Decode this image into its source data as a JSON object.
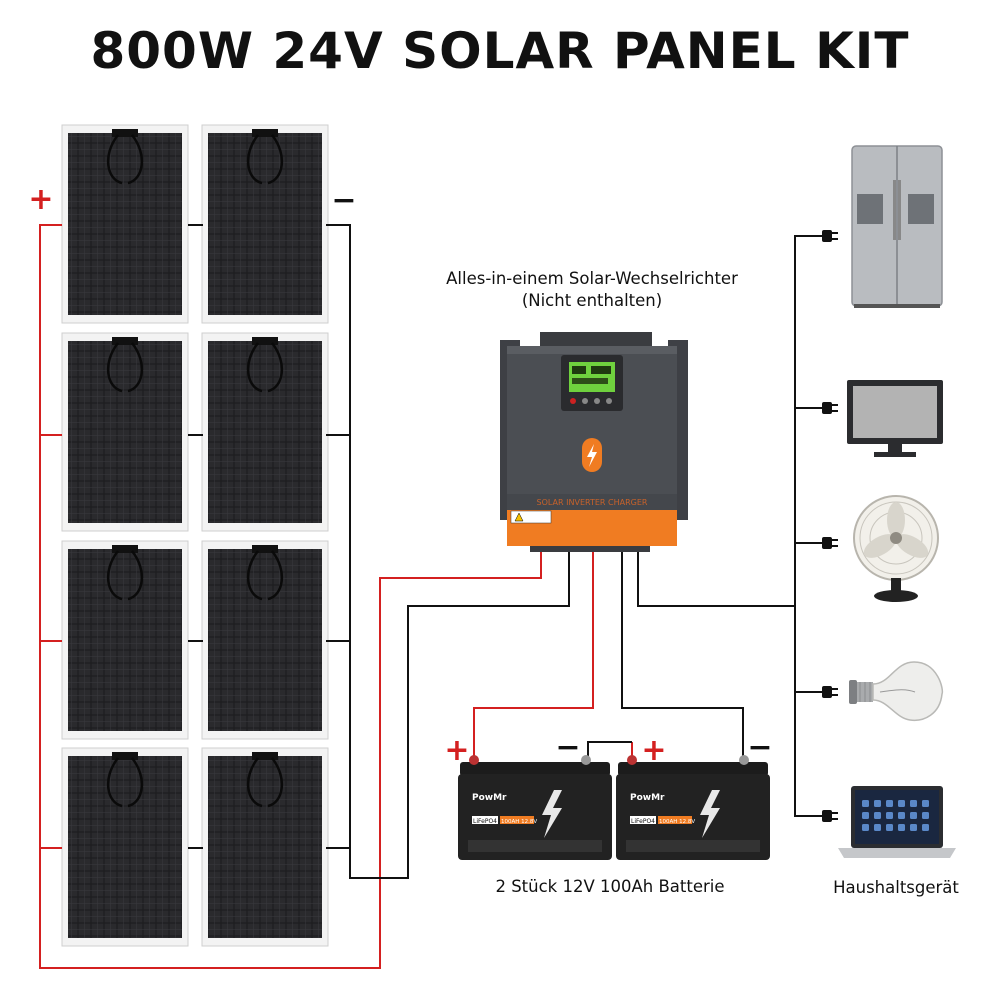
{
  "title": "800W 24V SOLAR PANEL KIT",
  "inverter": {
    "label_line1": "Alles-in-einem Solar-Wechselrichter",
    "label_line2": "(Nicht enthalten)",
    "brand_text": "SOLAR INVERTER CHARGER"
  },
  "battery": {
    "label": "2 Stück 12V 100Ah Batterie",
    "brand": "PowMr",
    "chem": "LiFePO4",
    "rating": "100AH 12.8V"
  },
  "appliances": {
    "label": "Haushaltsgerät",
    "items": [
      "refrigerator-icon",
      "monitor-icon",
      "fan-icon",
      "light-bulb-icon",
      "laptop-icon"
    ]
  },
  "polarity": {
    "plus": "+",
    "minus": "−"
  },
  "colors": {
    "positive_wire": "#d42020",
    "negative_wire": "#111111",
    "inverter_accent": "#f07c22",
    "inverter_body": "#4a4d52"
  }
}
